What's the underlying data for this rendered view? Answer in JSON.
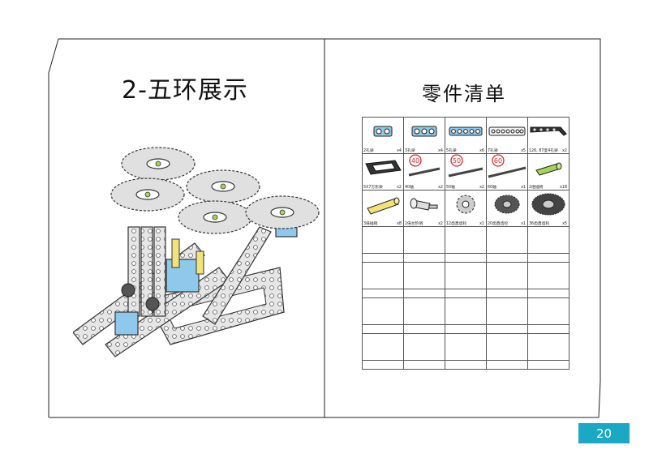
{
  "left_page": {
    "title": "2-五环展示"
  },
  "right_page": {
    "title": "零件清单",
    "parts": [
      {
        "label": "2孔梁",
        "qty": "x4",
        "icon": "blue-2-hole-beam"
      },
      {
        "label": "3孔梁",
        "qty": "x4",
        "icon": "blue-3-hole-beam"
      },
      {
        "label": "5孔梁",
        "qty": "x6",
        "icon": "blue-5-hole-beam"
      },
      {
        "label": "7孔梁",
        "qty": "x5",
        "icon": "white-7-hole-beam"
      },
      {
        "label": "126, 87度4孔梁",
        "qty": "x2",
        "icon": "black-angled-beam"
      },
      {
        "label": "5X7方形梁",
        "qty": "x2",
        "icon": "black-square-frame"
      },
      {
        "label": "40轴",
        "qty": "x2",
        "icon": "axle-40",
        "marker": "40"
      },
      {
        "label": "50轴",
        "qty": "x2",
        "icon": "axle-50",
        "marker": "50"
      },
      {
        "label": "60轴",
        "qty": "x1",
        "icon": "axle-60",
        "marker": "60"
      },
      {
        "label": "2倍插销",
        "qty": "x18",
        "icon": "green-double-pin"
      },
      {
        "label": "3倍插销",
        "qty": "x8",
        "icon": "yellow-triple-pin"
      },
      {
        "label": "2倍台阶销",
        "qty": "x2",
        "icon": "step-pin"
      },
      {
        "label": "12齿直齿轮",
        "qty": "x1",
        "icon": "gear-12"
      },
      {
        "label": "20齿直齿轮",
        "qty": "x1",
        "icon": "gear-20"
      },
      {
        "label": "36齿直齿轮",
        "qty": "x5",
        "icon": "gear-36"
      }
    ]
  },
  "page_number": "20",
  "colors": {
    "accent": "#1aa8c4",
    "part_blue": "#8ec8ea",
    "part_green": "#a6d25a",
    "part_yellow": "#f2e27a"
  }
}
